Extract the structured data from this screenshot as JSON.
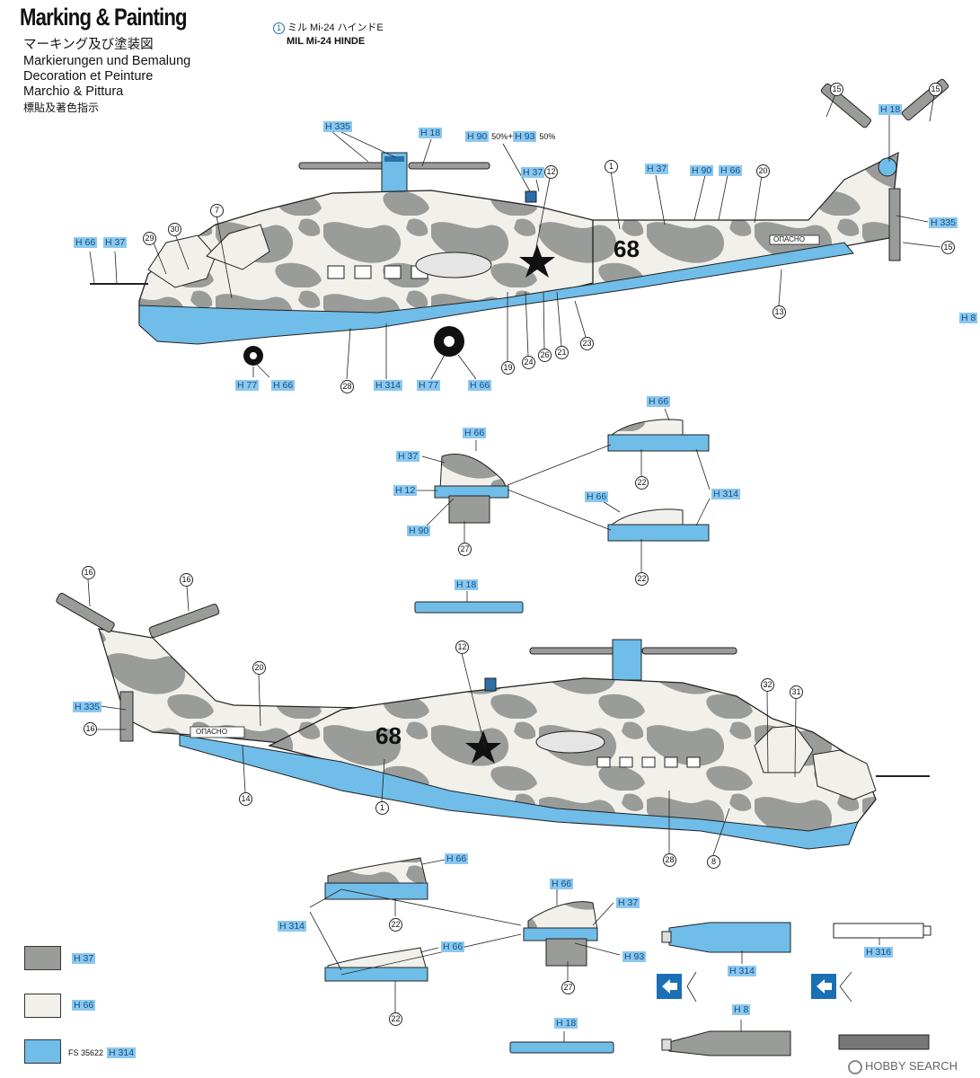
{
  "header": {
    "title": "Marking & Painting",
    "subtitles": [
      "マーキング及び塗装図",
      "Markierungen und Bemalung",
      "Decoration et Peinture",
      "Marchio & Pittura",
      "標貼及著色指示"
    ],
    "model_number": "1",
    "model_name_jp": "ミル Mi-24 ハインドE",
    "model_name_en": "MIL Mi-24 HINDE"
  },
  "callouts_top": {
    "h335": "H 335",
    "h18a": "H 18",
    "h90_h93": "H 90",
    "h90_pct": "50%",
    "plus": "+",
    "h93": "H 93",
    "h93_pct": "50%",
    "h37_light": "H 37",
    "h37_mid": "H 37",
    "h90_mid": "H 90",
    "h66_mid": "H 66",
    "h18_rotor": "H 18",
    "h335_tail": "H 335",
    "h66_nose": "H 66",
    "h37_nose": "H 37",
    "h77_a": "H 77",
    "h66_a": "H 66",
    "h314_a": "H 314",
    "h77_b": "H 77",
    "h66_b": "H 66",
    "h8_edge": "H 8"
  },
  "callouts_mid": {
    "h66_panel": "H 66",
    "h66_intake": "H 66",
    "h37_intake": "H 37",
    "h12_intake": "H 12",
    "h90_intake": "H 90",
    "h314_panels": "H 314",
    "h66_panel2": "H 66",
    "h18_strip": "H 18"
  },
  "callouts_bottom": {
    "h335": "H 335",
    "h66_p1": "H 66",
    "h66_intake": "H 66",
    "h37_intake": "H 37",
    "h314_panels": "H 314",
    "h66_p2": "H 66",
    "h93": "H 93",
    "h18_strip": "H 18",
    "h314_pod": "H 314",
    "h316": "H 316",
    "h8_pod": "H 8"
  },
  "markings": {
    "side_number": "68",
    "stencil": "ОПАСНО"
  },
  "legend": [
    {
      "color": "#9a9c9a",
      "fs": "",
      "code": "H 37"
    },
    {
      "color": "#f1f0ea",
      "fs": "",
      "code": "H 66"
    },
    {
      "color": "#6fbde8",
      "fs": "FS 35622",
      "code": "H 314"
    }
  ],
  "watermark": "HOBBY SEARCH",
  "colors": {
    "camo_grey": "#9a9c9a",
    "camo_white": "#f1f0ea",
    "blue": "#6fbde8",
    "callout_bg": "#8cc7ee"
  }
}
